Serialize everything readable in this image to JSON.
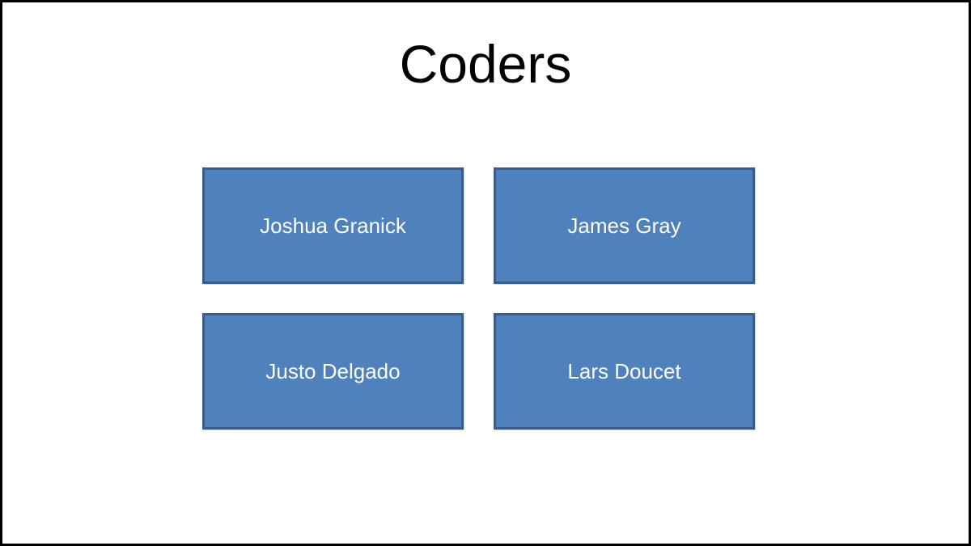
{
  "slide": {
    "title": "Coders",
    "boxes": [
      {
        "label": "Joshua Granick"
      },
      {
        "label": "James Gray"
      },
      {
        "label": "Justo Delgado"
      },
      {
        "label": "Lars Doucet"
      }
    ],
    "colors": {
      "background": "#FFFFFF",
      "frame_border": "#000000",
      "title_text": "#000000",
      "box_fill": "#4F81BD",
      "box_border": "#385D8A",
      "box_text": "#FFFFFF"
    }
  }
}
